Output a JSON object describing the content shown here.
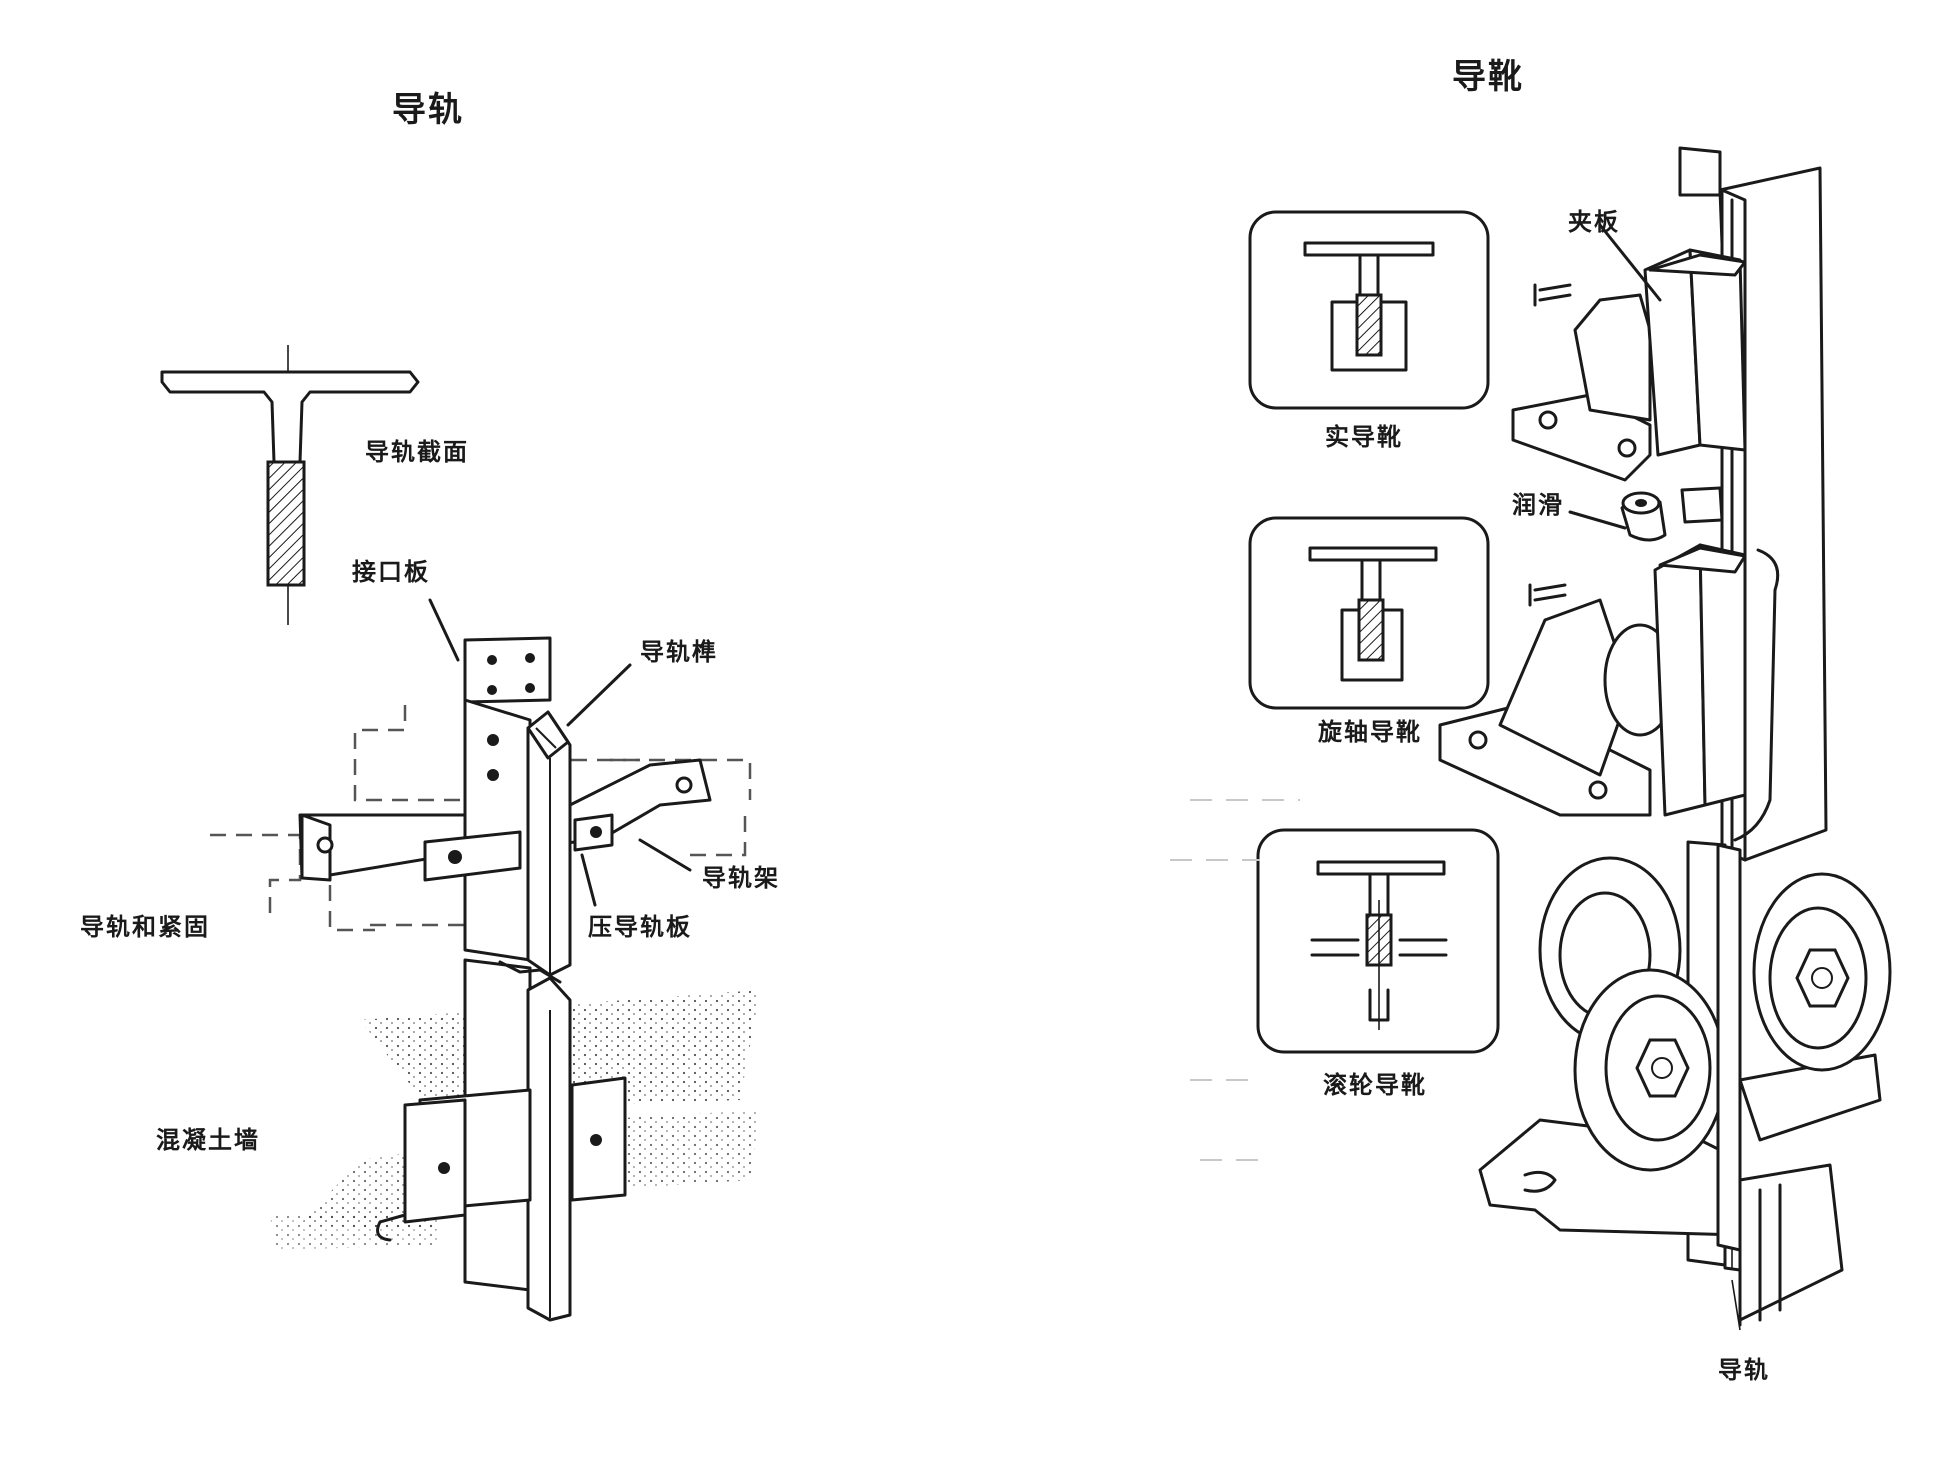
{
  "left_panel": {
    "title": "导轨",
    "labels": {
      "rail_section": "导轨截面",
      "joint_plate": "接口板",
      "rail_tenon": "导轨榫",
      "rail_bracket": "导轨架",
      "rail_fastening": "导轨和紧固",
      "clamp_plate": "压导轨板",
      "concrete_wall": "混凝土墙"
    }
  },
  "right_panel": {
    "title": "导靴",
    "labels": {
      "clamp": "夹板",
      "lubrication": "润滑",
      "rigid_shoe": "实导靴",
      "pivot_shoe": "旋轴导靴",
      "roller_shoe": "滚轮导靴",
      "guide_rail": "导轨"
    }
  }
}
